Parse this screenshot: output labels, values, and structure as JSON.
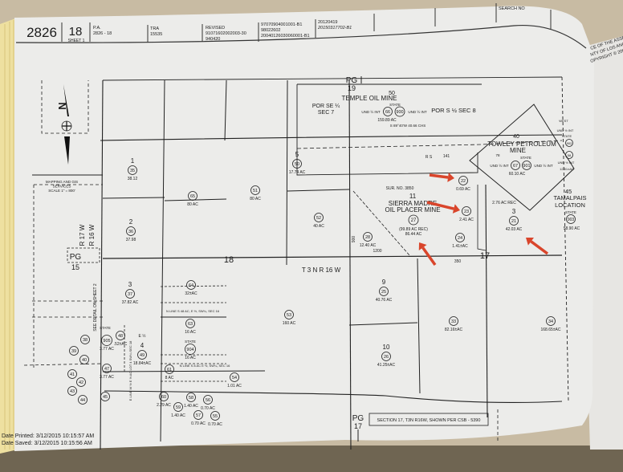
{
  "header": {
    "book": "2826",
    "page": "18",
    "sheet": "SHEET 1",
    "pa_label": "P.A.",
    "pa_value": "2826 - 18",
    "tra_label": "TRA",
    "tra_value": "15535",
    "revised_label": "REVISED",
    "revised_values": [
      "91071602002003-30",
      "940420"
    ],
    "doc_numbers": [
      "97070904001001-B1",
      "98022602",
      "20040126030060001-B1"
    ],
    "recent": [
      "20120419",
      "20150317702-B1"
    ],
    "search_no": "SEARCH NO"
  },
  "side_notice": [
    "CE OF THE ASSES",
    "NTY OF LOS ANGE",
    "OPYRIGHT © 200"
  ],
  "map": {
    "page_refs": [
      {
        "pg": "PG",
        "num": "19"
      },
      {
        "pg": "PG",
        "num": "15"
      },
      {
        "pg": "PG",
        "num": "17"
      }
    ],
    "section_labels": {
      "sec18": "18",
      "sec17": "17",
      "township": "T 3 N  R 16 W",
      "range_w": "R 17 W",
      "range_e": "R 16 W"
    },
    "scale_note": [
      "MAPPING AND GIS",
      "SERVICES",
      "SCALE 1\" = 800'"
    ],
    "detail_note": "SEE DETAIL ON SHEET 2",
    "section_box": "SECTION 17, T3N R16W, SHOWN PER CSB - 5390",
    "por_sec7": [
      "POR SE ¼",
      "SEC 7"
    ],
    "por_sec8": "POR S ½ SEC 8",
    "temple": {
      "lot": "50",
      "name": "TEMPLE OIL MINE",
      "state": "STATE",
      "und_left": "UND ½ INT",
      "apn1": "66",
      "apn2": "900",
      "und_right": "UND ½ INT",
      "area": "159.89 AC",
      "bearing": "S 89°40'W    40.66 CHS"
    },
    "towley": {
      "lot": "40",
      "name1": "TOWLEY PETROLEUM",
      "name2": "MINE",
      "ref": "78",
      "state": "STATE",
      "und_left": "UND ½ INT",
      "apn1": "67",
      "apn2": "901",
      "und_right": "UND ½ INT",
      "area": "60.10 AC"
    },
    "rs": "R S",
    "rs_num": "141",
    "sierra": {
      "survey": "SUR. NO. 3850",
      "lot": "11",
      "name1": "SIERRA MADRE",
      "name2": "OIL PLACER MINE",
      "apn": "27",
      "rec": "(99.89 AC REC)",
      "area": "86.44 AC"
    },
    "rec_note": "2.76 AC REC",
    "tamalpais": {
      "lot": "45",
      "name1": "TAMALPAIS",
      "name2": "LOCATION",
      "state": "STATE",
      "apn": "903",
      "area": "58.90 AC"
    },
    "east_edge": {
      "west": "WEST",
      "und": "UND ½ INT",
      "state": "STATE",
      "apn1": "902",
      "apn2": "58",
      "und2": "UND ½ INT",
      "area": "12.51±AC"
    },
    "dims": {
      "d900": "900",
      "d1200": "1200",
      "d350": "350"
    },
    "small_notes": {
      "state1": "STATE",
      "state2": "STATE",
      "e_half": "E ½",
      "n_line1": "N LINE S 48 AC, E ½, SW¼, SEC 16",
      "n_line2": "N LINE S 8 AC E ½, SW¼, SEC 16",
      "lot_note": "E LINE W ½ E ½ AC LOT 4 SW¼ SEC 18"
    },
    "parcels": [
      {
        "lot": "1",
        "apn": "35",
        "area": "38.12"
      },
      {
        "lot": "",
        "apn": "65",
        "area": "80 AC"
      },
      {
        "lot": "",
        "apn": "51",
        "area": "80 AC"
      },
      {
        "lot": "5",
        "apn": "50",
        "area": "17.74 AC"
      },
      {
        "lot": "2",
        "apn": "36",
        "area": "37.98"
      },
      {
        "lot": "",
        "apn": "52",
        "area": "40 AC"
      },
      {
        "lot": "3",
        "apn": "37",
        "area": "37.82 AC"
      },
      {
        "lot": "",
        "apn": "64",
        "area": "32±AC"
      },
      {
        "lot": "",
        "apn": "53",
        "area": "160 AC"
      },
      {
        "lot": "9",
        "apn": "25",
        "area": "40.76 AC"
      },
      {
        "lot": "10",
        "apn": "26",
        "area": "41.25±AC"
      },
      {
        "lot": "",
        "apn": "33",
        "area": "82.16±AC"
      },
      {
        "lot": "",
        "apn": "34",
        "area": "168.65±AC"
      },
      {
        "lot": "",
        "apn": "22",
        "area": "0.69 AC"
      },
      {
        "lot": "",
        "apn": "23",
        "area": "2.41 AC"
      },
      {
        "lot": "",
        "apn": "24",
        "area": "1.41±AC"
      },
      {
        "lot": "3",
        "apn": "21",
        "area": "42.03 AC"
      },
      {
        "lot": "",
        "apn": "28",
        "area": "12.40 AC"
      },
      {
        "lot": "",
        "apn": "63",
        "area": "16 AC"
      },
      {
        "lot": "",
        "apn": "904",
        "area": "16 AC"
      },
      {
        "lot": "4",
        "apn": "49",
        "area": "18.84±AC"
      },
      {
        "lot": "",
        "apn": "61",
        "area": "8 AC"
      },
      {
        "lot": "",
        "apn": "54",
        "area": "1.01 AC"
      },
      {
        "lot": "",
        "apn": "60",
        "area": "2.29 AC"
      },
      {
        "lot": "",
        "apn": "59",
        "area": "1.40 AC"
      },
      {
        "lot": "",
        "apn": "58",
        "area": "1.40 AC"
      },
      {
        "lot": "",
        "apn": "56",
        "area": "0.70 AC"
      },
      {
        "lot": "",
        "apn": "57",
        "area": "0.70 AC"
      },
      {
        "lot": "",
        "apn": "55",
        "area": "0.70 AC"
      },
      {
        "lot": "",
        "apn": "47",
        "area": "3.77 AC"
      },
      {
        "lot": "",
        "apn": "48",
        "area": ".52±AC"
      },
      {
        "lot": "",
        "apn": "905",
        "area": "3.77 AC"
      },
      {
        "lot": "",
        "apn": "38",
        "area": ""
      },
      {
        "lot": "",
        "apn": "39",
        "area": ""
      },
      {
        "lot": "",
        "apn": "40",
        "area": ""
      },
      {
        "lot": "",
        "apn": "41",
        "area": ""
      },
      {
        "lot": "",
        "apn": "42",
        "area": ""
      },
      {
        "lot": "",
        "apn": "43",
        "area": ""
      },
      {
        "lot": "",
        "apn": "44",
        "area": ""
      },
      {
        "lot": "",
        "apn": "45",
        "area": ""
      }
    ]
  },
  "footer": {
    "printed": "Date Printed: 3/12/2015 10:15:57 AM",
    "saved": "Date Saved: 3/12/2015 10:15:56 AM"
  },
  "colors": {
    "paper": "#ececea",
    "ink": "#1c1c1c",
    "arrow": "#d9452b",
    "backdrop": "#c8bba3",
    "table": "#6f6552",
    "page_edge": "#eee0a0"
  }
}
